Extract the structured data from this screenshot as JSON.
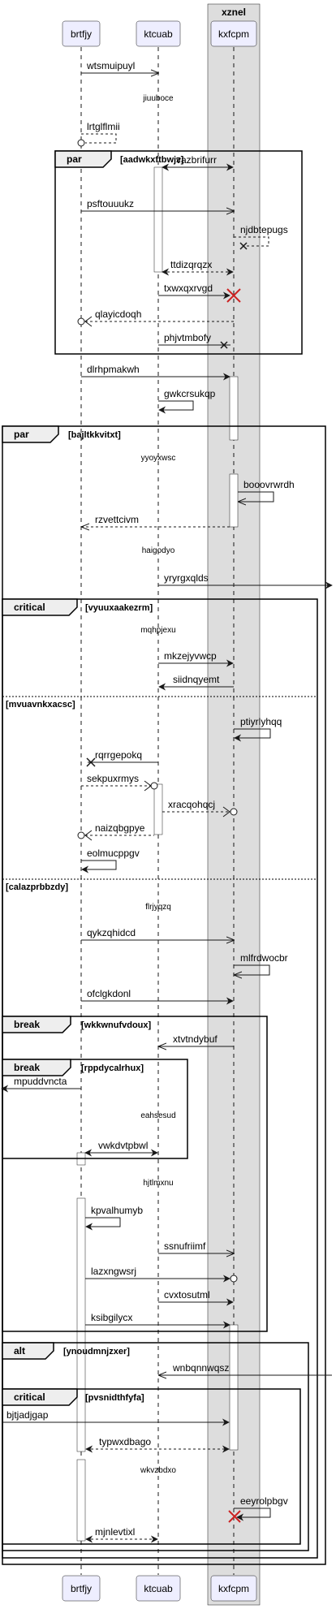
{
  "participants": [
    {
      "id": "p1",
      "name": "brtfjy"
    },
    {
      "id": "p2",
      "name": "ktcuab"
    },
    {
      "id": "p3",
      "name": "kxfcpm"
    }
  ],
  "box": {
    "title": "xznel",
    "participants": [
      "kxfcpm"
    ]
  },
  "messages": [
    {
      "label": "wtsmuipuyl",
      "from": "brtfjy",
      "to": "ktcuab",
      "arrow": "open",
      "line": "solid"
    },
    {
      "label": "lrtglflmii",
      "from": "brtfjy",
      "to": "brtfjy",
      "arrow": "circle-open",
      "line": "dashed"
    },
    {
      "label": "vazbrifurr",
      "from": "ktcuab",
      "to": "kxfcpm",
      "arrow": "both-filled",
      "line": "solid"
    },
    {
      "label": "psftouuukz",
      "from": "brtfjy",
      "to": "kxfcpm",
      "arrow": "open",
      "line": "solid"
    },
    {
      "label": "njdbtepugs",
      "from": "kxfcpm",
      "to": "kxfcpm",
      "arrow": "cross",
      "line": "dashed"
    },
    {
      "label": "ttdizqrqzx",
      "from": "kxfcpm",
      "to": "ktcuab",
      "arrow": "both-filled",
      "line": "dashed"
    },
    {
      "label": "txwxqxrvgd",
      "from": "ktcuab",
      "to": "kxfcpm",
      "arrow": "filled",
      "line": "solid",
      "destroy": true
    },
    {
      "label": "qlayicdoqh",
      "from": "kxfcpm",
      "to": "brtfjy",
      "arrow": "circle-open",
      "line": "dashed"
    },
    {
      "label": "phjvtmbofy",
      "from": "ktcuab",
      "to": "kxfcpm",
      "arrow": "cross",
      "line": "solid"
    },
    {
      "label": "dlrhpmakwh",
      "from": "brtfjy",
      "to": "kxfcpm",
      "arrow": "filled",
      "line": "solid"
    },
    {
      "label": "gwkcrsukqp",
      "from": "ktcuab",
      "to": "ktcuab",
      "arrow": "filled",
      "line": "solid"
    },
    {
      "label": "booovrwrdh",
      "from": "kxfcpm",
      "to": "kxfcpm",
      "arrow": "open",
      "line": "solid"
    },
    {
      "label": "rzvettcivm",
      "from": "kxfcpm",
      "to": "brtfjy",
      "arrow": "open",
      "line": "dashed"
    },
    {
      "label": "yryrgxqlds",
      "from": "ktcuab",
      "to": "out",
      "arrow": "filled",
      "line": "solid"
    },
    {
      "label": "mkzejyvwcp",
      "from": "ktcuab",
      "to": "kxfcpm",
      "arrow": "filled",
      "line": "solid"
    },
    {
      "label": "siidnqyemt",
      "from": "kxfcpm",
      "to": "ktcuab",
      "arrow": "filled",
      "line": "solid"
    },
    {
      "label": "ptiyrlyhqq",
      "from": "kxfcpm",
      "to": "kxfcpm",
      "arrow": "filled",
      "line": "solid"
    },
    {
      "label": "rqrrgepokq",
      "from": "ktcuab",
      "to": "brtfjy",
      "arrow": "cross",
      "line": "solid"
    },
    {
      "label": "sekpuxrmys",
      "from": "brtfjy",
      "to": "ktcuab",
      "arrow": "circle-filled",
      "line": "dashed"
    },
    {
      "label": "xracqohqcj",
      "from": "ktcuab",
      "to": "kxfcpm",
      "arrow": "circle-open",
      "line": "dashed"
    },
    {
      "label": "naizqbgpye",
      "from": "ktcuab",
      "to": "brtfjy",
      "arrow": "circle-open",
      "line": "dashed"
    },
    {
      "label": "eolmucppgv",
      "from": "brtfjy",
      "to": "brtfjy",
      "arrow": "filled",
      "line": "solid"
    },
    {
      "label": "qykzqhidcd",
      "from": "brtfjy",
      "to": "kxfcpm",
      "arrow": "open",
      "line": "solid"
    },
    {
      "label": "mlfrdwocbr",
      "from": "kxfcpm",
      "to": "kxfcpm",
      "arrow": "open",
      "line": "solid"
    },
    {
      "label": "ofclgkdonl",
      "from": "brtfjy",
      "to": "kxfcpm",
      "arrow": "filled",
      "line": "solid"
    },
    {
      "label": "xtvtndybuf",
      "from": "kxfcpm",
      "to": "ktcuab",
      "arrow": "open",
      "line": "solid"
    },
    {
      "label": "mpuddvncta",
      "from": "brtfjy",
      "to": "out-left",
      "arrow": "filled",
      "line": "solid"
    },
    {
      "label": "vwkdvtpbwl",
      "from": "ktcuab",
      "to": "brtfjy",
      "arrow": "both-filled",
      "line": "solid"
    },
    {
      "label": "kpvalhumyb",
      "from": "brtfjy",
      "to": "brtfjy",
      "arrow": "filled",
      "line": "solid"
    },
    {
      "label": "ssnufriimf",
      "from": "ktcuab",
      "to": "kxfcpm",
      "arrow": "open",
      "line": "solid"
    },
    {
      "label": "lazxngwsrj",
      "from": "brtfjy",
      "to": "kxfcpm",
      "arrow": "circle-filled",
      "line": "solid"
    },
    {
      "label": "cvxtosutml",
      "from": "ktcuab",
      "to": "kxfcpm",
      "arrow": "filled",
      "line": "solid"
    },
    {
      "label": "ksibgilycx",
      "from": "brtfjy",
      "to": "kxfcpm",
      "arrow": "filled",
      "line": "solid"
    },
    {
      "label": "wnbqnnwqsz",
      "from": "out",
      "to": "ktcuab",
      "arrow": "open",
      "line": "solid"
    },
    {
      "label": "bjtjadjgap",
      "from": "out-left",
      "to": "kxfcpm",
      "arrow": "filled",
      "line": "solid"
    },
    {
      "label": "typwxdbago",
      "from": "kxfcpm",
      "to": "brtfjy",
      "arrow": "both-filled",
      "line": "dashed"
    },
    {
      "label": "eeyrolpbgv",
      "from": "kxfcpm",
      "to": "kxfcpm",
      "arrow": "filled",
      "line": "solid",
      "destroy": true
    },
    {
      "label": "mjnlevtixl",
      "from": "ktcuab",
      "to": "brtfjy",
      "arrow": "both-filled",
      "line": "dashed"
    }
  ],
  "delays": [
    "jiuuboce",
    "yyoyxwsc",
    "haigodyo",
    "mqhpjexu",
    "flrjyqzq",
    "eahsesud",
    "hjtlmxnu",
    "wkvzbdxo"
  ],
  "fragments": [
    {
      "kind": "par",
      "condition": "[aadwkxftbwjz]"
    },
    {
      "kind": "par",
      "condition": "[bajltkkvitxt]"
    },
    {
      "kind": "critical",
      "condition": "[vyuuxaakezrm]",
      "else": [
        "[mvuavnkxacsc]",
        "[calazprbbzdy]"
      ]
    },
    {
      "kind": "break",
      "condition": "[wkkwnufvdoux]"
    },
    {
      "kind": "break",
      "condition": "[rppdycalrhux]"
    },
    {
      "kind": "alt",
      "condition": "[ynoudmnjzxer]"
    },
    {
      "kind": "critical",
      "condition": "[pvsnidthfyfa]"
    }
  ]
}
